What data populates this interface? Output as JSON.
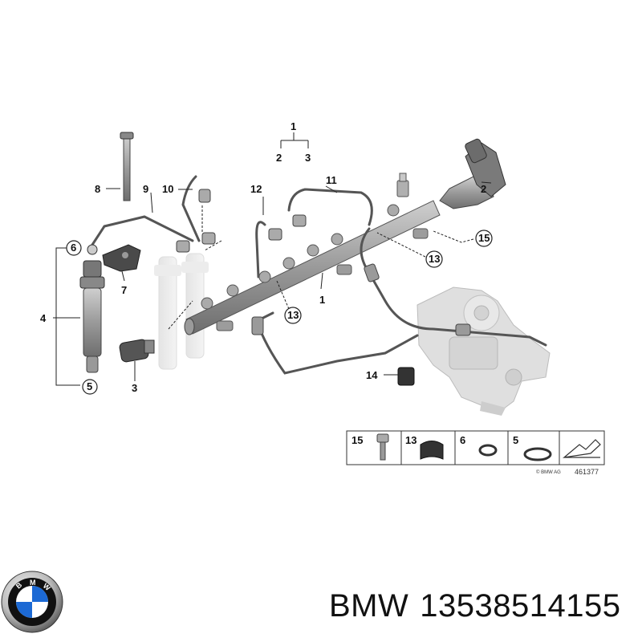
{
  "callouts": {
    "c1_top": "1",
    "c2_top": "2",
    "c3_top": "3",
    "c8": "8",
    "c9": "9",
    "c10": "10",
    "c11": "11",
    "c12": "12",
    "c6": "6",
    "c7": "7",
    "c4": "4",
    "c5": "5",
    "c3": "3",
    "c2": "2",
    "c15": "15",
    "c13a": "13",
    "c13b": "13",
    "c1": "1",
    "c14": "14"
  },
  "legend": {
    "items": [
      {
        "num": "15",
        "icon": "bolt-icon"
      },
      {
        "num": "13",
        "icon": "grommet-icon"
      },
      {
        "num": "6",
        "icon": "oring-small-icon"
      },
      {
        "num": "5",
        "icon": "oring-large-icon"
      }
    ],
    "copyright": "© BMW AG",
    "ref": "461377"
  },
  "footer": {
    "brand": "BMW",
    "part_number": "13538514155"
  },
  "colors": {
    "parts": "#8e8e8e",
    "pump": "#d9d9d9",
    "text": "#111111"
  },
  "logo": {
    "letters": "BMW",
    "blue": "#1c69d4"
  }
}
